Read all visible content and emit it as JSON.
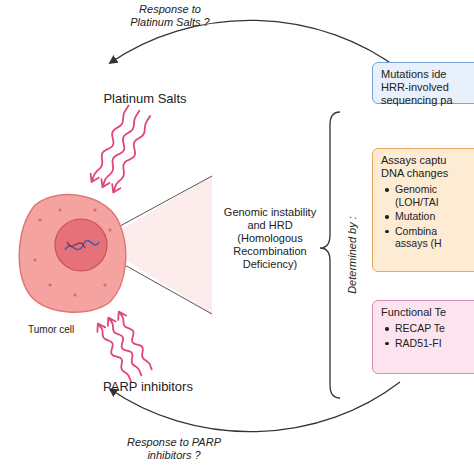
{
  "diagram": {
    "nodes": [
      {
        "text": [
          "Platinum Salts"
        ]
      },
      {
        "text": [
          "Tumor cell"
        ]
      },
      {
        "text": [
          "PARP inhibitors"
        ]
      },
      {
        "text": [
          "Genomic instability and HRD (Homologous Recombination Deficiency)"
        ]
      },
      {
        "text": [
          "Mutations ide HRR-involved sequencing pa"
        ]
      },
      {
        "text": [
          "Assays captu DNA changes",
          "Genomic (LOH/TAI",
          "Mutation",
          "Combina assays (H"
        ]
      },
      {
        "text": [
          "Functional Te",
          "RECAP Te",
          "RAD51-FI"
        ]
      }
    ],
    "edges": [
      {
        "from": 0,
        "to": 1,
        "arrow": "to"
      },
      {
        "from": 2,
        "to": 1,
        "arrow": "to"
      }
    ],
    "labels": [
      "Response to Platinum Salts ?",
      "Determined by :",
      "Response to PARP inhibitors ?"
    ]
  }
}
